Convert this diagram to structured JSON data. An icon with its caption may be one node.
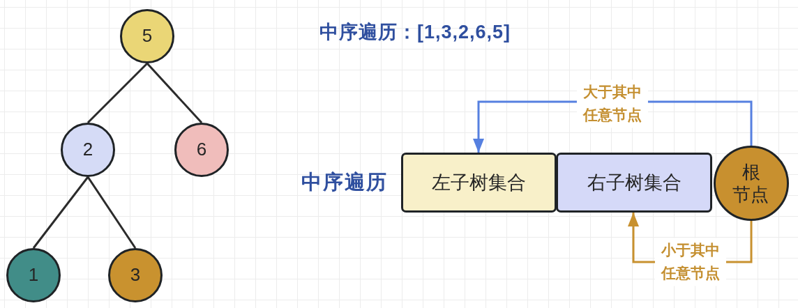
{
  "diagram": {
    "nodes": [
      {
        "text": [
          "5"
        ]
      },
      {
        "text": [
          "2"
        ]
      },
      {
        "text": [
          "6"
        ]
      },
      {
        "text": [
          "1"
        ]
      },
      {
        "text": [
          "3"
        ]
      },
      {
        "text": [
          "左子树集合"
        ]
      },
      {
        "text": [
          "右子树集合"
        ]
      },
      {
        "text": [
          "根节点"
        ]
      }
    ],
    "edges": [
      {
        "from": 0,
        "to": 1,
        "arrow": "none"
      },
      {
        "from": 0,
        "to": 2,
        "arrow": "none"
      },
      {
        "from": 1,
        "to": 3,
        "arrow": "none"
      },
      {
        "from": 1,
        "to": 4,
        "arrow": "none"
      },
      {
        "from": 7,
        "to": 5,
        "arrow": "to",
        "label": "大于其中任意节点",
        "color": "#5680e0"
      },
      {
        "from": 7,
        "to": 6,
        "arrow": "to",
        "label": "小于其中任意节点",
        "color": "#c8912f"
      }
    ],
    "labels": [
      "中序遍历：[1,3,2,6,5]",
      "中序遍历"
    ]
  }
}
